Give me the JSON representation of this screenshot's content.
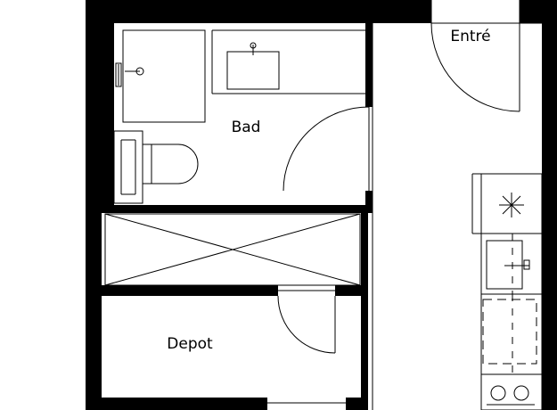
{
  "rooms": {
    "entrance": "Entré",
    "bathroom": "Bad",
    "storage": "Depot"
  },
  "colors": {
    "wall": "#000000",
    "line": "#000000",
    "background": "#ffffff"
  }
}
